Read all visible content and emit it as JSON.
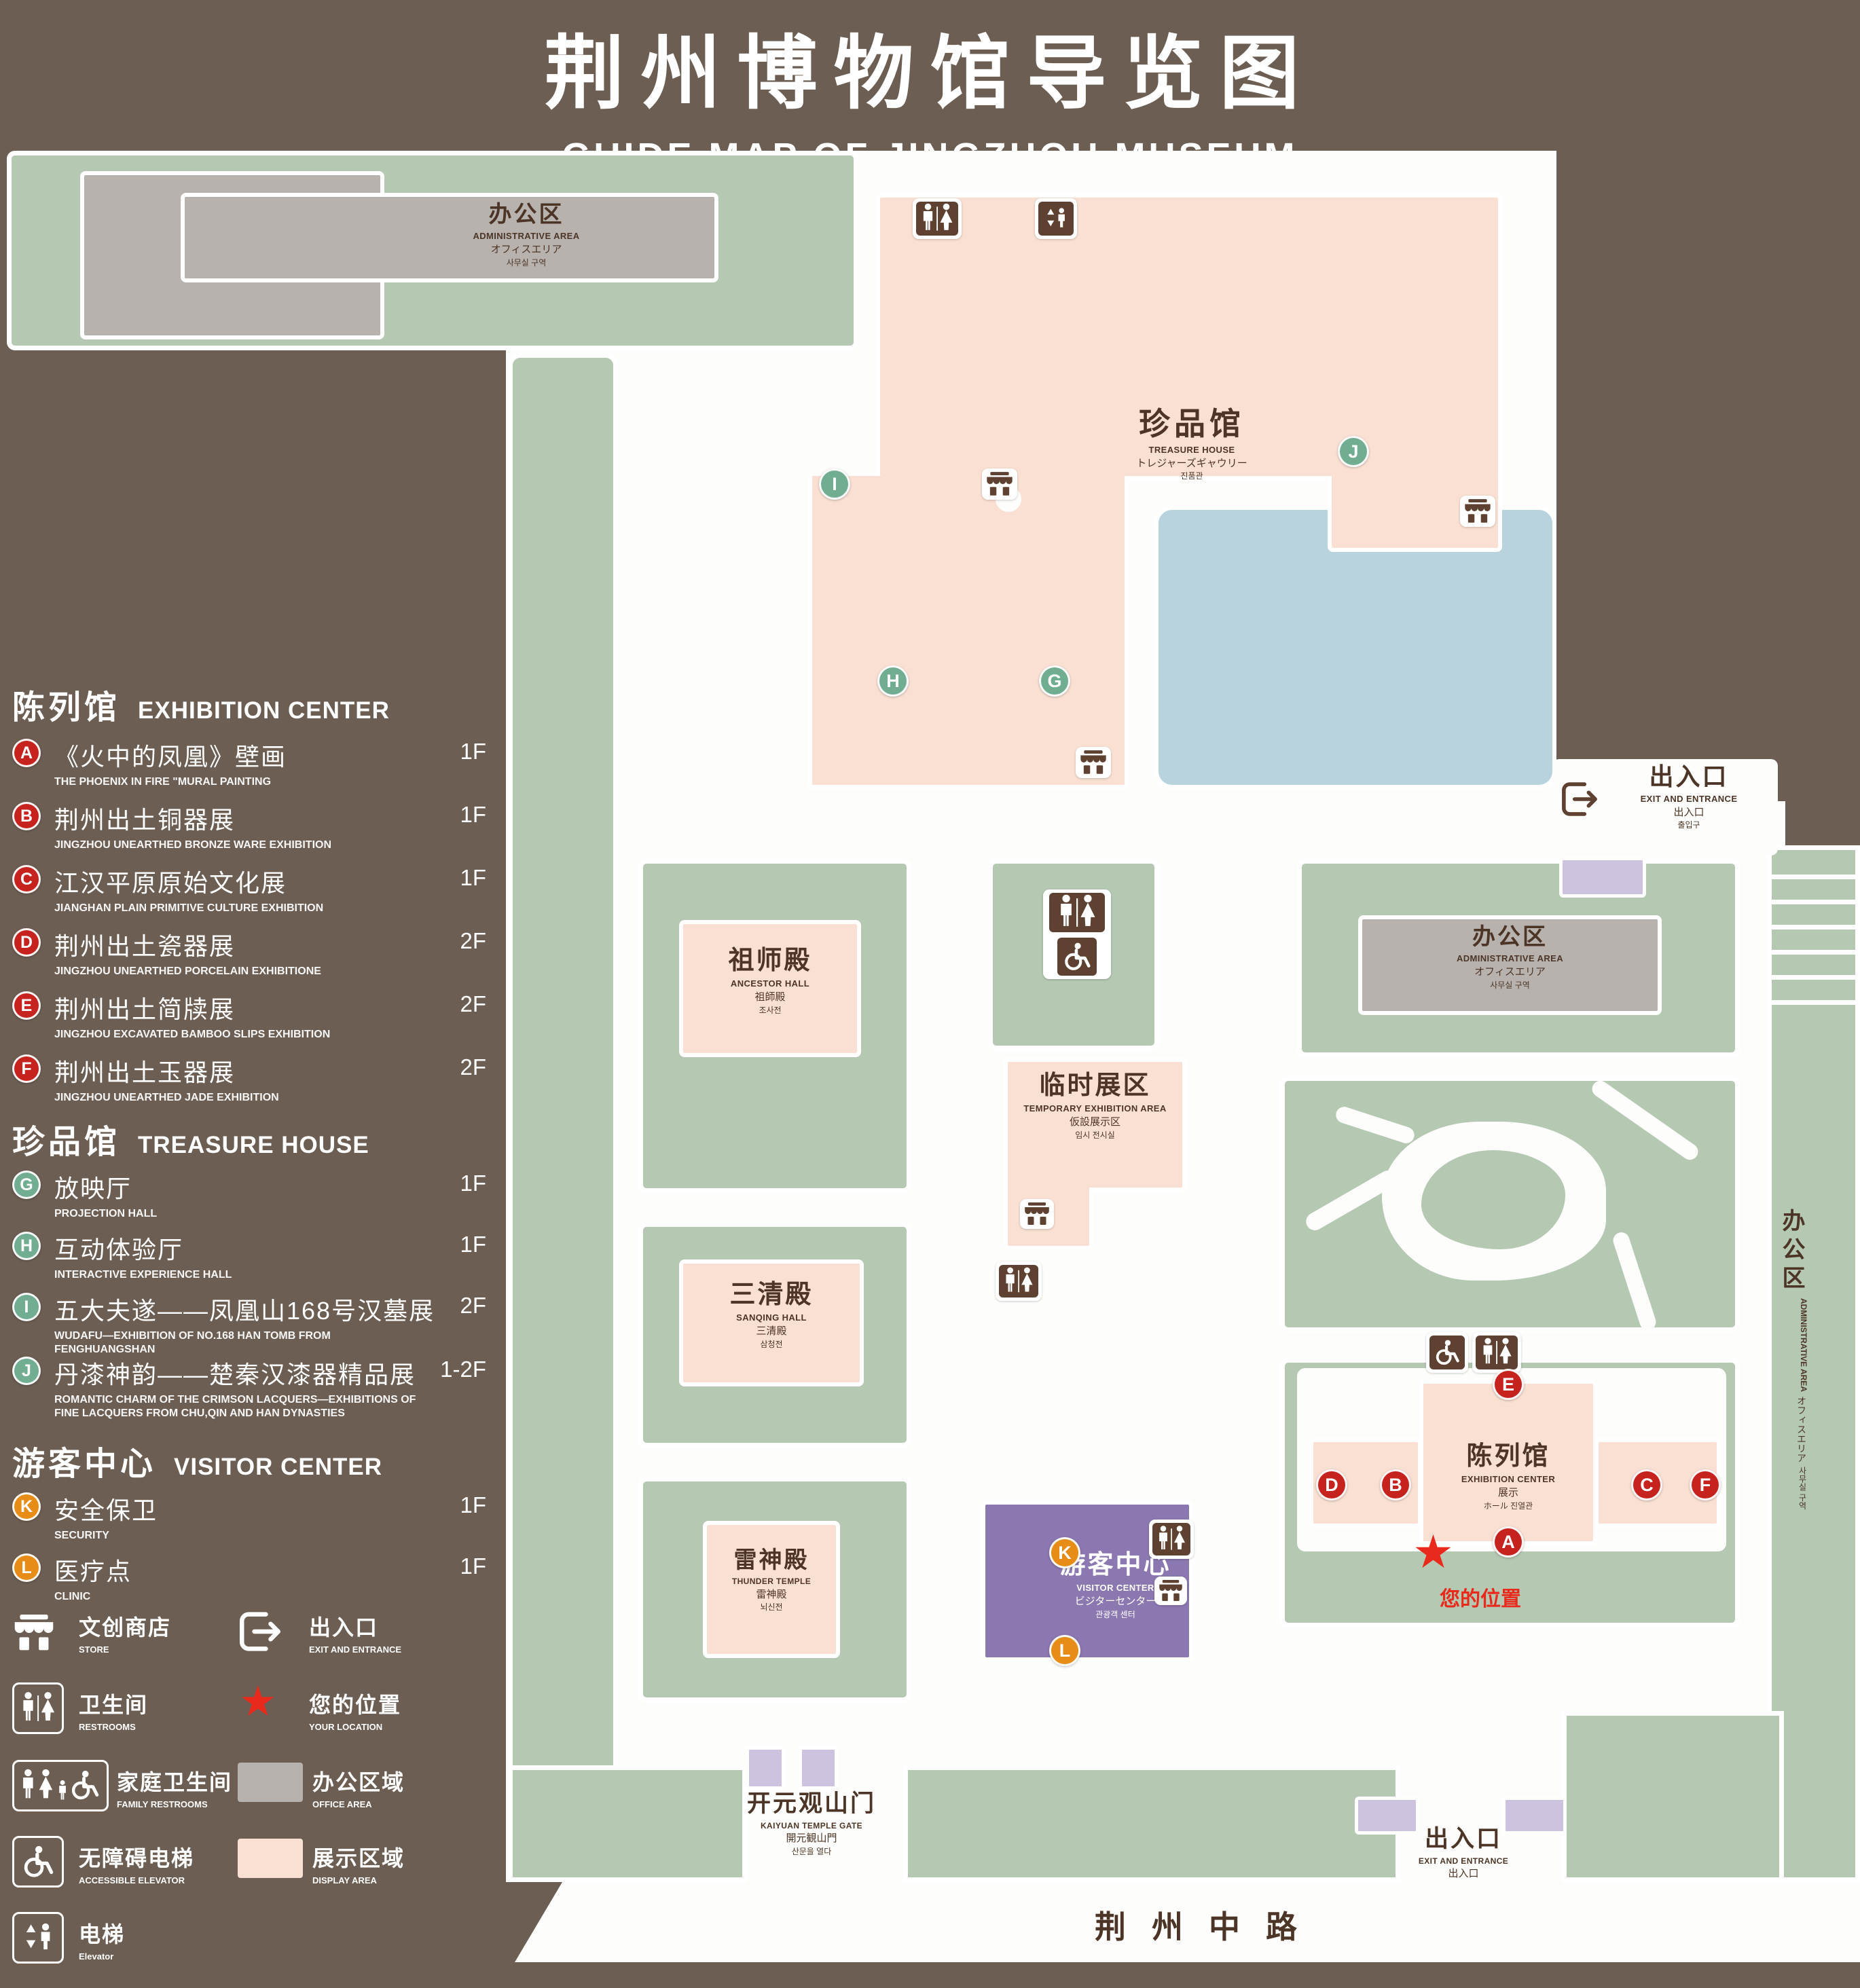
{
  "title": {
    "zh": "荆州博物馆导览图",
    "en": "GUIDE MAP OF JINGZHOU MUSEUM"
  },
  "legend": {
    "sections": [
      {
        "zh": "陈列馆",
        "en": "EXHIBITION CENTER",
        "items": [
          {
            "letter": "A",
            "zh": "《火中的凤凰》壁画",
            "en": "THE PHOENIX IN FIRE \"MURAL PAINTING",
            "floor": "1F"
          },
          {
            "letter": "B",
            "zh": "荆州出土铜器展",
            "en": "JINGZHOU UNEARTHED BRONZE WARE EXHIBITION",
            "floor": "1F"
          },
          {
            "letter": "C",
            "zh": "江汉平原原始文化展",
            "en": "JIANGHAN PLAIN PRIMITIVE CULTURE EXHIBITION",
            "floor": "1F"
          },
          {
            "letter": "D",
            "zh": "荆州出土瓷器展",
            "en": "JINGZHOU UNEARTHED PORCELAIN EXHIBITIONE",
            "floor": "2F"
          },
          {
            "letter": "E",
            "zh": "荆州出土简牍展",
            "en": "JINGZHOU EXCAVATED BAMBOO SLIPS EXHIBITION",
            "floor": "2F"
          },
          {
            "letter": "F",
            "zh": "荆州出土玉器展",
            "en": "JINGZHOU UNEARTHED JADE EXHIBITION",
            "floor": "2F"
          }
        ]
      },
      {
        "zh": "珍品馆",
        "en": "TREASURE HOUSE",
        "items": [
          {
            "letter": "G",
            "zh": "放映厅",
            "en": "PROJECTION HALL",
            "floor": "1F"
          },
          {
            "letter": "H",
            "zh": "互动体验厅",
            "en": "INTERACTIVE EXPERIENCE HALL",
            "floor": "1F"
          },
          {
            "letter": "I",
            "zh": "五大夫遂——凤凰山168号汉墓展",
            "en": "WUDAFU—EXHIBITION OF NO.168 HAN TOMB FROM FENGHUANGSHAN",
            "floor": "2F"
          },
          {
            "letter": "J",
            "zh": "丹漆神韵——楚秦汉漆器精品展",
            "en": "ROMANTIC CHARM OF THE CRIMSON LACQUERS—EXHIBITIONS OF FINE LACQUERS FROM CHU,QIN AND HAN DYNASTIES",
            "floor": "1-2F"
          }
        ]
      },
      {
        "zh": "游客中心",
        "en": "VISITOR CENTER",
        "items": [
          {
            "letter": "K",
            "zh": "安全保卫",
            "en": "SECURITY",
            "floor": "1F"
          },
          {
            "letter": "L",
            "zh": "医疗点",
            "en": "CLINIC",
            "floor": "1F"
          }
        ]
      }
    ],
    "symbols": [
      {
        "zh": "文创商店",
        "en": "STORE"
      },
      {
        "zh": "出入口",
        "en": "EXIT AND ENTRANCE"
      },
      {
        "zh": "卫生间",
        "en": "RESTROOMS"
      },
      {
        "zh": "您的位置",
        "en": "YOUR LOCATION"
      },
      {
        "zh": "家庭卫生间",
        "en": "FAMILY RESTROOMS"
      },
      {
        "zh": "办公区域",
        "en": "OFFICE AREA"
      },
      {
        "zh": "无障碍电梯",
        "en": "ACCESSIBLE ELEVATOR"
      },
      {
        "zh": "展示区域",
        "en": "DISPLAY AREA"
      },
      {
        "zh": "电梯",
        "en": "Elevator"
      }
    ]
  },
  "map": {
    "admin": {
      "zh": "办公区",
      "en": "ADMINISTRATIVE AREA",
      "ja": "オフィスエリア",
      "ko": "사무실 구역"
    },
    "treasure": {
      "zh": "珍品馆",
      "en": "TREASURE HOUSE",
      "ja": "トレジャーズギャウリー",
      "ko": "진품관"
    },
    "ancestor": {
      "zh": "祖师殿",
      "en": "ANCESTOR HALL",
      "ja": "祖師殿",
      "ko": "조사전"
    },
    "temporary": {
      "zh": "临时展区",
      "en": "TEMPORARY EXHIBITION AREA",
      "ja": "仮設展示区",
      "ko": "임시 전시실"
    },
    "sanqing": {
      "zh": "三清殿",
      "en": "SANQING HALL",
      "ja": "三清殿",
      "ko": "삼청전"
    },
    "thunder": {
      "zh": "雷神殿",
      "en": "THUNDER TEMPLE",
      "ja": "雷神殿",
      "ko": "뇌신전"
    },
    "exhibition": {
      "zh": "陈列馆",
      "en": "EXHIBITION CENTER",
      "ja": "展示",
      "ko": "ホール 진열관"
    },
    "visitor": {
      "zh": "游客中心",
      "en": "VISITOR CENTER",
      "ja": "ビジターセンター",
      "ko": "관광객 센터"
    },
    "gate": {
      "zh": "开元观山门",
      "en": "KAIYUAN TEMPLE GATE",
      "ja": "開元観山門",
      "ko": "산문을 열다"
    },
    "exit": {
      "zh": "出入口",
      "en": "EXIT AND ENTRANCE",
      "ja": "出入口",
      "ko": "출입구"
    },
    "road": "荆州中路",
    "your_location": "您的位置"
  },
  "colors": {
    "background_brown": "#6c5e53",
    "grounds_green": "#b4c8b2",
    "display_area_pink": "#f9e0d3",
    "office_area_gray": "#b7b2ad",
    "visitor_purple": "#8b78b1",
    "pond_blue": "#b8d2de",
    "marker_red": "#c6221e",
    "marker_green": "#71ad90",
    "marker_orange": "#e78c17",
    "location_red": "#e8291c"
  }
}
